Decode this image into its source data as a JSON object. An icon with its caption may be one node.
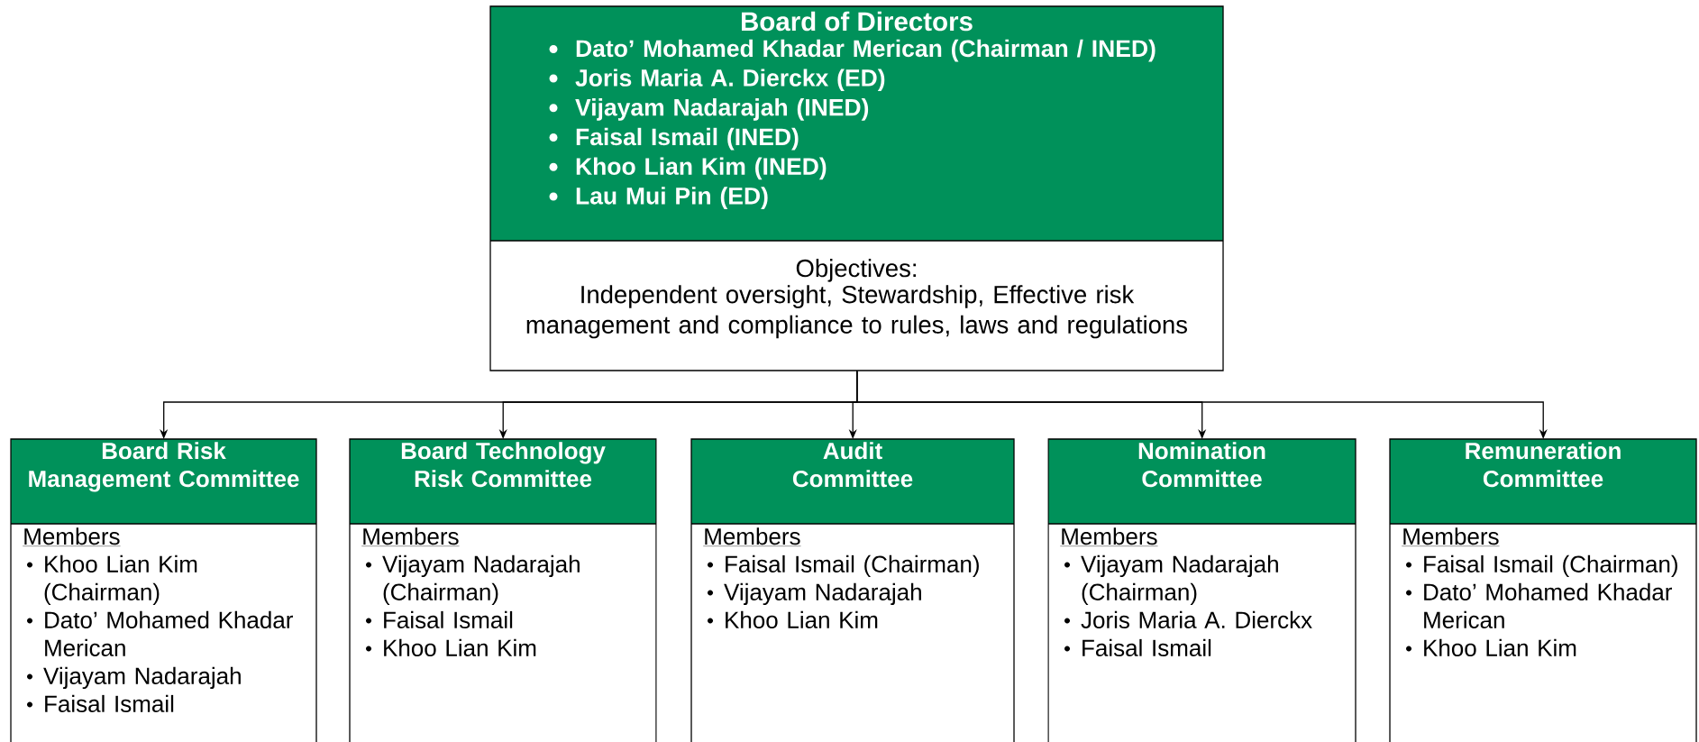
{
  "diagram": {
    "nodes": [
      {
        "text": [
          "Board of Directors",
          "Dato’ Mohamed Khadar Merican (Chairman / INED)",
          "Joris Maria A. Dierckx (ED)",
          "Vijayam Nadarajah (INED)",
          "Faisal Ismail (INED)",
          "Khoo Lian Kim (INED)",
          "Lau Mui Pin (ED)",
          "Objectives:",
          "Independent oversight, Stewardship, Effective risk management and compliance to rules, laws and regulations"
        ]
      },
      {
        "text": [
          "Board Risk Management Committee",
          "Members",
          "Khoo Lian Kim (Chairman)",
          "Dato’ Mohamed Khadar Merican",
          "Vijayam Nadarajah",
          "Faisal Ismail"
        ]
      },
      {
        "text": [
          "Board Technology Risk Committee",
          "Members",
          "Vijayam Nadarajah (Chairman)",
          "Faisal Ismail",
          "Khoo Lian Kim"
        ]
      },
      {
        "text": [
          "Audit Committee",
          "Members",
          "Faisal Ismail (Chairman)",
          "Vijayam Nadarajah",
          "Khoo Lian Kim"
        ]
      },
      {
        "text": [
          "Nomination Committee",
          "Members",
          "Vijayam Nadarajah (Chairman)",
          "Joris Maria A. Dierckx",
          "Faisal Ismail"
        ]
      },
      {
        "text": [
          "Remuneration Committee",
          "Members",
          "Faisal Ismail (Chairman)",
          "Dato’ Mohamed Khadar Merican",
          "Khoo Lian Kim"
        ]
      }
    ],
    "edges": [
      {
        "from": 0,
        "to": 1,
        "arrow": "to"
      },
      {
        "from": 0,
        "to": 2,
        "arrow": "to"
      },
      {
        "from": 0,
        "to": 3,
        "arrow": "to"
      },
      {
        "from": 0,
        "to": 4,
        "arrow": "to"
      },
      {
        "from": 0,
        "to": 5,
        "arrow": "to"
      }
    ]
  }
}
